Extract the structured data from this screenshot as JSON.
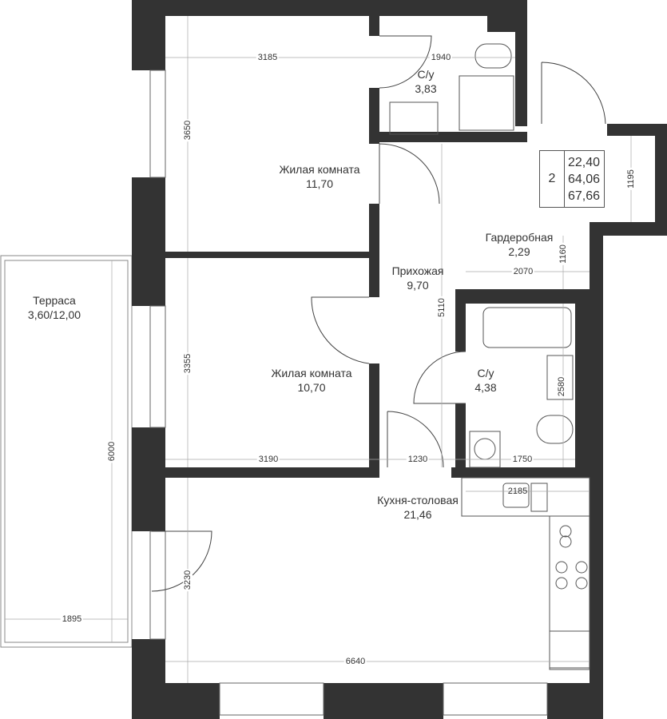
{
  "rooms": [
    {
      "name": "Жилая комната",
      "area": "11,70"
    },
    {
      "name": "С/у",
      "area": "3,83"
    },
    {
      "name": "Жилая комната",
      "area": "10,70"
    },
    {
      "name": "Прихожая",
      "area": "9,70"
    },
    {
      "name": "Гардеробная",
      "area": "2,29"
    },
    {
      "name": "С/у",
      "area": "4,38"
    },
    {
      "name": "Кухня-столовая",
      "area": "21,46"
    },
    {
      "name": "Терраса",
      "area": "3,60/12,00"
    }
  ],
  "summary": {
    "rooms_count": "2",
    "living_area": "22,40",
    "total_area": "64,06",
    "total_with_terrace": "67,66"
  },
  "dimensions": [
    "3185",
    "1940",
    "3650",
    "1195",
    "1160",
    "2070",
    "5110",
    "3355",
    "2580",
    "3190",
    "1230",
    "1750",
    "2185",
    "6000",
    "3230",
    "1895",
    "6640"
  ],
  "colors": {
    "wall": "#333333",
    "line": "#999999"
  }
}
